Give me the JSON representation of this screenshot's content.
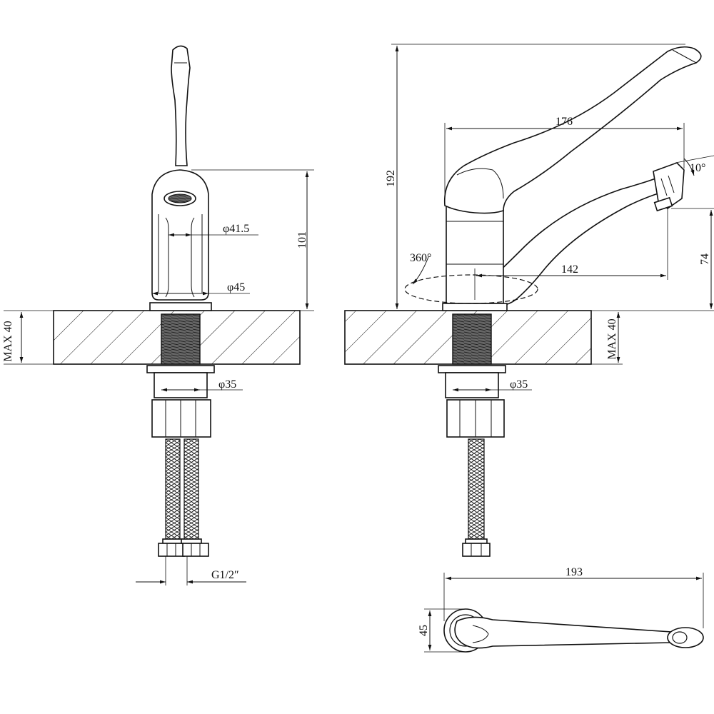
{
  "drawing": {
    "front_view": {
      "dimensions": {
        "height": "101",
        "diameter_body_top": "φ41.5",
        "diameter_body_base": "φ45",
        "countertop_max": "MAX 40",
        "diameter_shank": "φ35",
        "hose_thread": "G1/2″"
      }
    },
    "side_view": {
      "dimensions": {
        "overall_height": "192",
        "lever_length": "176",
        "lever_angle": "10°",
        "swivel": "360°",
        "spout_reach": "142",
        "spout_height": "74",
        "countertop_max": "MAX 40",
        "diameter_shank": "φ35"
      }
    },
    "top_view": {
      "dimensions": {
        "length": "193",
        "width": "45"
      }
    }
  }
}
